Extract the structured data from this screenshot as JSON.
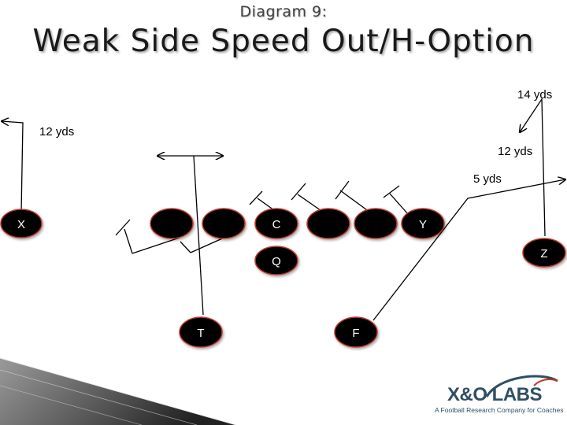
{
  "slide": {
    "subtitle": "Diagram 9:",
    "title": "Weak Side Speed Out/H-Option"
  },
  "players": {
    "x": "X",
    "c": "C",
    "y": "Y",
    "q": "Q",
    "z": "Z",
    "t": "T",
    "f": "F"
  },
  "distances": {
    "x_route": "12 yds",
    "z_deep": "14 yds",
    "z_break": "12 yds",
    "f_route": "5 yds"
  },
  "logo": {
    "main": "X&O LABS",
    "tagline": "A Football Research Company for Coaches"
  },
  "colors": {
    "player_fill": "#000000",
    "player_border": "#c0392b",
    "route": "#000000",
    "logo_text": "#2f4f63",
    "logo_swoosh": "#2f4f63",
    "logo_accent": "#c0392b"
  }
}
